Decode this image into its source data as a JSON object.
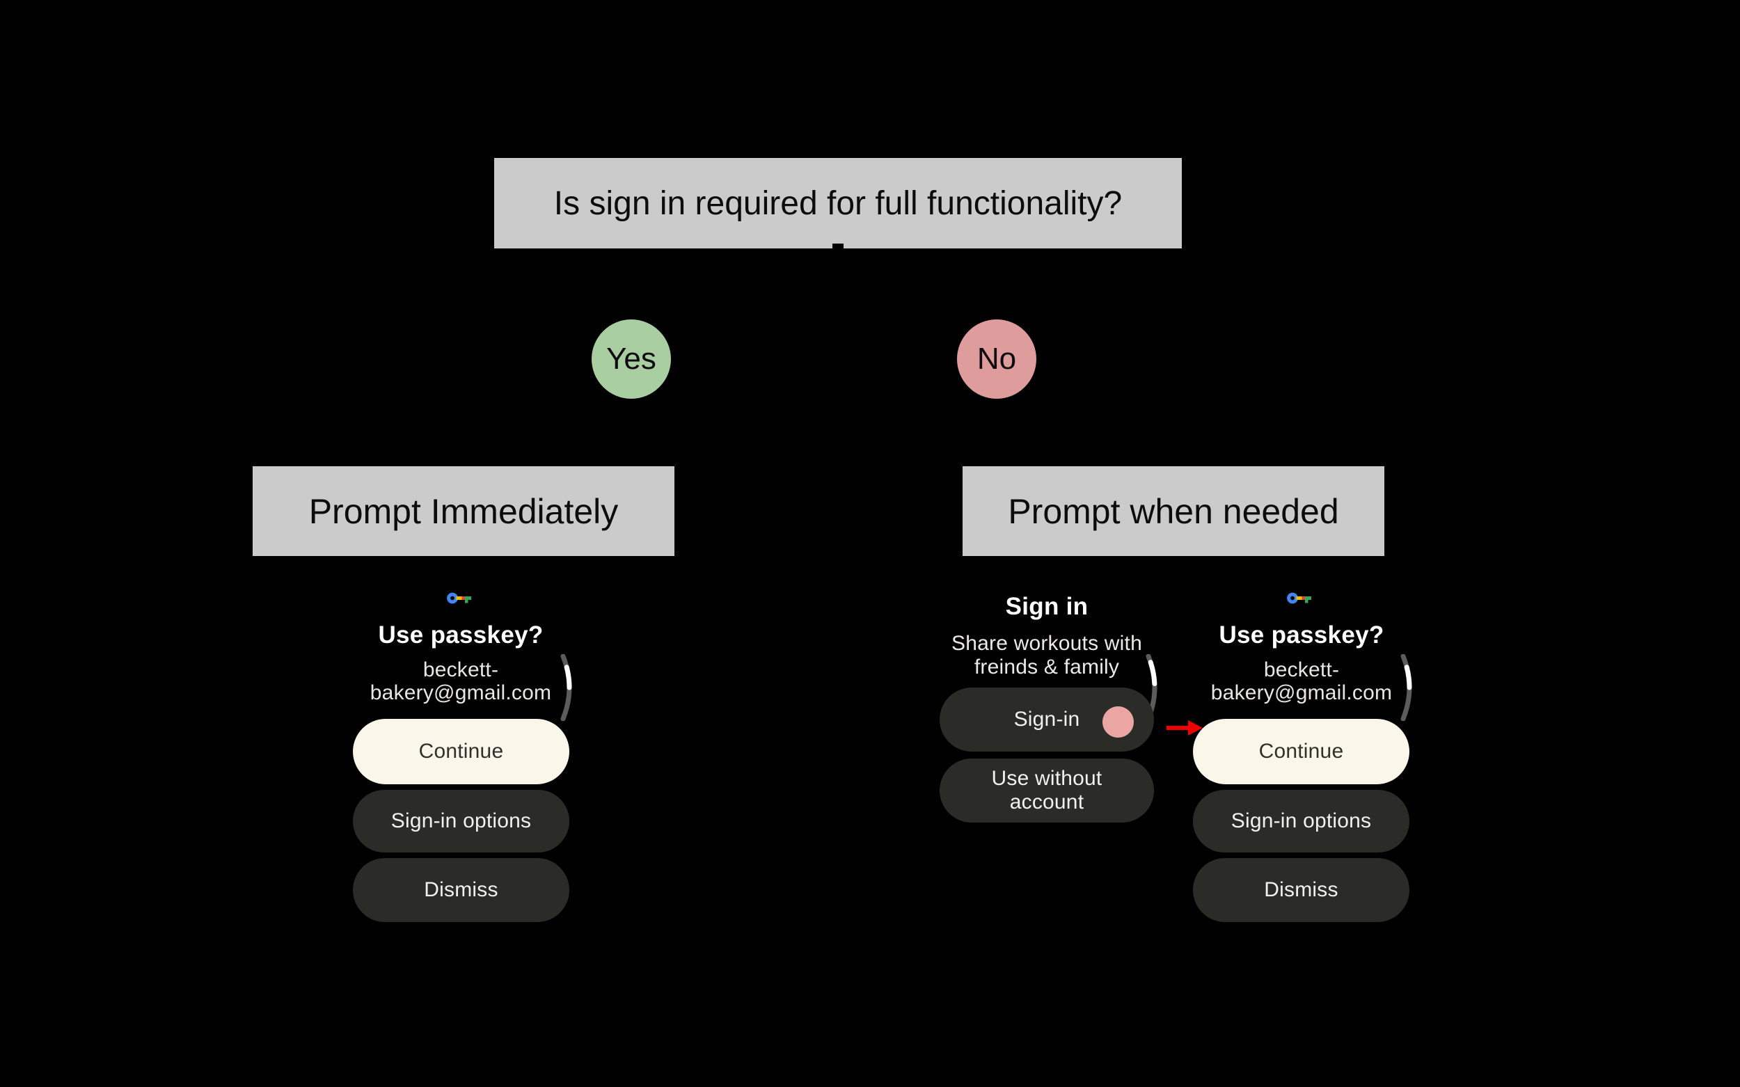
{
  "flow": {
    "question": "Is sign in required for full functionality?",
    "yes_label": "Yes",
    "no_label": "No",
    "outcome_immediate": "Prompt Immediately",
    "outcome_when_needed": "Prompt when needed"
  },
  "passkey_screen": {
    "icon": "passkey-icon",
    "heading": "Use passkey?",
    "email_line1": "beckett-",
    "email_line2": "bakery@gmail.com",
    "continue_label": "Continue",
    "signin_options_label": "Sign-in options",
    "dismiss_label": "Dismiss"
  },
  "signin_screen": {
    "heading": "Sign in",
    "subtext_line1": "Share workouts with",
    "subtext_line2": "freinds & family",
    "signin_label": "Sign-in",
    "use_without_line1": "Use without",
    "use_without_line2": "account",
    "touch_indicator": "tap-indicator-dot",
    "arrow": "red-arrow-to-passkey"
  },
  "colors": {
    "background": "#000000",
    "flow_box": "#cbcbcb",
    "yes_circle": "#a9cea2",
    "no_circle": "#df9c9c",
    "primary_button": "#faf6ea",
    "primary_button_text": "#32302b",
    "secondary_button": "#2b2b28",
    "secondary_button_text": "#f2f1ee",
    "touch_indicator": "#eba5a2",
    "arrow_red": "#ee0000",
    "scrollbar_track": "#5c5c5c",
    "scrollbar_thumb": "#ffffff",
    "passkey_blue": "#4285f4",
    "passkey_yellow": "#f9bc05",
    "passkey_red": "#e94335",
    "passkey_green": "#34a853"
  }
}
